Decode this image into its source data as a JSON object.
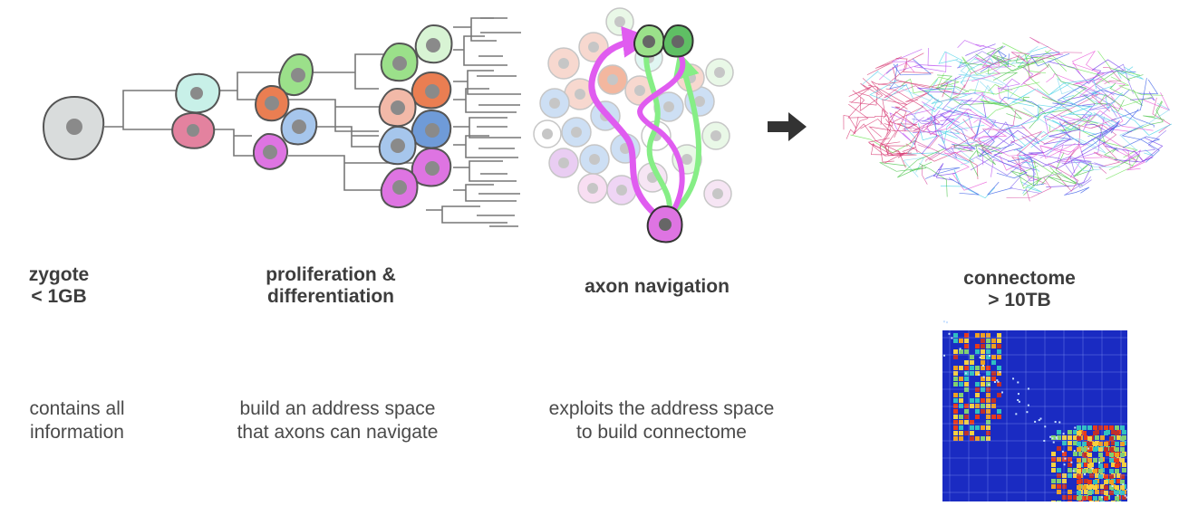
{
  "stages": [
    {
      "key": "zygote",
      "title": "zygote\n< 1GB",
      "description": "contains all\ninformation"
    },
    {
      "key": "proliferation",
      "title": "proliferation &\ndifferentiation",
      "description": "build an address space\nthat axons can navigate"
    },
    {
      "key": "axon",
      "title": "axon navigation",
      "description": "exploits the address space\nto build connectome"
    },
    {
      "key": "connectome",
      "title": "connectome\n> 10TB",
      "description": ""
    }
  ],
  "colors": {
    "zygote": "#d9dcdc",
    "cell_teal": "#c8f0e8",
    "cell_pink": "#e3829f",
    "cell_green": "#9be08a",
    "cell_orange": "#ea7e52",
    "cell_blue": "#a6c6ec",
    "cell_magenta": "#de74e2",
    "cell_salmon": "#f2b9a8",
    "cell_light_green": "#d8f4d4",
    "nucleus": "#8a8a8a",
    "axon_magenta": "#e05cf0",
    "axon_green": "#86ee86",
    "arrow": "#333333",
    "matrix_background": "#1a2bc2"
  }
}
